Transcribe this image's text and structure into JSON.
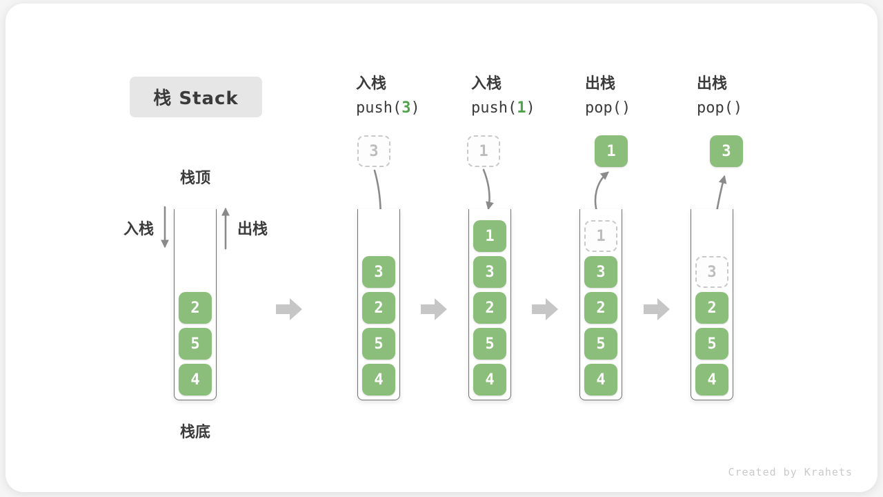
{
  "title": "栈 Stack",
  "labels": {
    "stack_top": "栈顶",
    "stack_bottom": "栈底",
    "push_side": "入栈",
    "pop_side": "出栈"
  },
  "watermark": "Created by Krahets",
  "colors": {
    "box_green": "#8bbe7b",
    "code_arg_green": "#4fa14a",
    "text_dark": "#3b3b3b",
    "thin_arrow_grey": "#8a8a8a",
    "step_arrow_grey": "#c6c6c6",
    "dashed_grey": "#c9c9c9",
    "title_bg": "#e6e6e6"
  },
  "panels": {
    "initial": {
      "stack": [
        "2",
        "5",
        "4"
      ]
    },
    "push3": {
      "label": "入栈",
      "op_pre": "push(",
      "op_arg": "3",
      "op_post": ")",
      "floating": "3",
      "stack": [
        "3",
        "2",
        "5",
        "4"
      ]
    },
    "push1": {
      "label": "入栈",
      "op_pre": "push(",
      "op_arg": "1",
      "op_post": ")",
      "floating": "1",
      "stack": [
        "1",
        "3",
        "2",
        "5",
        "4"
      ]
    },
    "pop1": {
      "label": "出栈",
      "op_pre": "pop()",
      "op_arg": "",
      "op_post": "",
      "floating": "1",
      "ghost": "1",
      "stack": [
        "3",
        "2",
        "5",
        "4"
      ]
    },
    "pop3": {
      "label": "出栈",
      "op_pre": "pop()",
      "op_arg": "",
      "op_post": "",
      "floating": "3",
      "ghost": "3",
      "stack": [
        "2",
        "5",
        "4"
      ]
    }
  }
}
